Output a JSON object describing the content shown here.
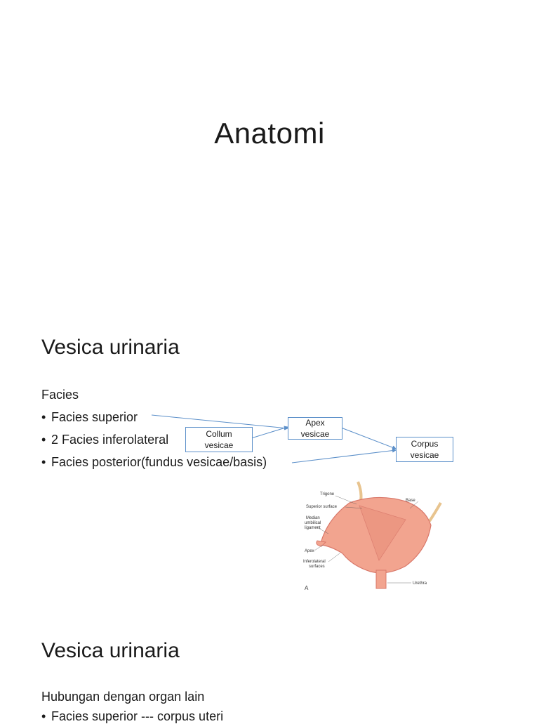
{
  "slide1": {
    "title": "Anatomi"
  },
  "slide2": {
    "heading": "Vesica urinaria",
    "facies_label": "Facies",
    "bullets": [
      "Facies superior",
      "2 Facies inferolateral",
      "Facies posterior(fundus vesicae/basis)"
    ],
    "boxes": {
      "collum": [
        "Collum",
        "vesicae"
      ],
      "apex": [
        "Apex",
        "vesicae"
      ],
      "corpus": [
        "Corpus",
        "vesicae"
      ]
    },
    "figure": {
      "labels": {
        "trigone": "Trigone",
        "superior_surface": "Superior surface",
        "median_1": "Median",
        "median_2": "umbilical",
        "median_3": "ligament",
        "apex": "Apex",
        "inferolateral_1": "Inferolateral",
        "inferolateral_2": "surfaces",
        "base": "Base",
        "urethra": "Urethra",
        "panel": "A"
      },
      "colors": {
        "organ": "#f2a48f",
        "organ_dark": "#d9786a",
        "tube": "#e8c48f"
      }
    }
  },
  "slide3": {
    "heading": "Vesica urinaria",
    "intro": "Hubungan dengan organ lain",
    "bullets": [
      "Facies superior --- corpus uteri"
    ]
  },
  "bullet_glyph": "•"
}
